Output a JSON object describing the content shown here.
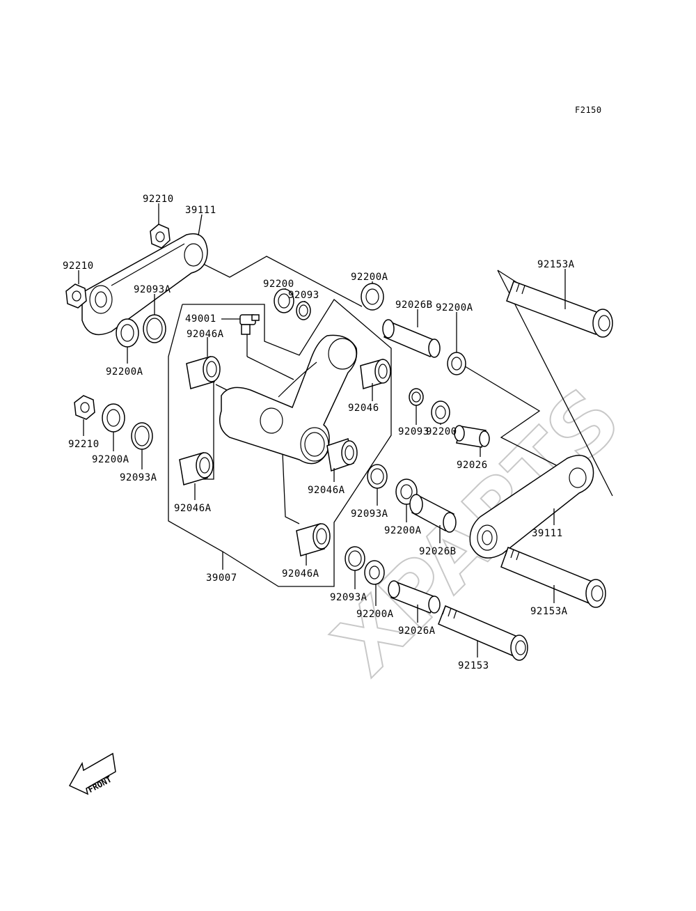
{
  "figure_code": "F2150",
  "watermark": "XPARTS",
  "front_label": "FRONT",
  "parts": {
    "p92210_top": "92210",
    "p39111_top": "39111",
    "p92210_left": "92210",
    "p92093A_1": "92093A",
    "p92200A_1": "92200A",
    "p49001": "49001",
    "p92046A_1": "92046A",
    "p92200_top": "92200",
    "p92093_top": "92093",
    "p92200A_top": "92200A",
    "p92026B_top": "92026B",
    "p92200A_right": "92200A",
    "p92153A_top": "92153A",
    "p92046": "92046",
    "p92093_mid": "92093",
    "p92200_mid": "92200",
    "p92026": "92026",
    "p92210_low": "92210",
    "p92200A_low": "92200A",
    "p92093A_low": "92093A",
    "p92046A_2": "92046A",
    "p92046A_3": "92046A",
    "p92093A_mid": "92093A",
    "p92200A_mid": "92200A",
    "p92026B_mid": "92026B",
    "p39111_right": "39111",
    "p92046A_4": "92046A",
    "p39007": "39007",
    "p92093A_bot": "92093A",
    "p92200A_bot": "92200A",
    "p92026A": "92026A",
    "p92153A_bot": "92153A",
    "p92153": "92153"
  }
}
